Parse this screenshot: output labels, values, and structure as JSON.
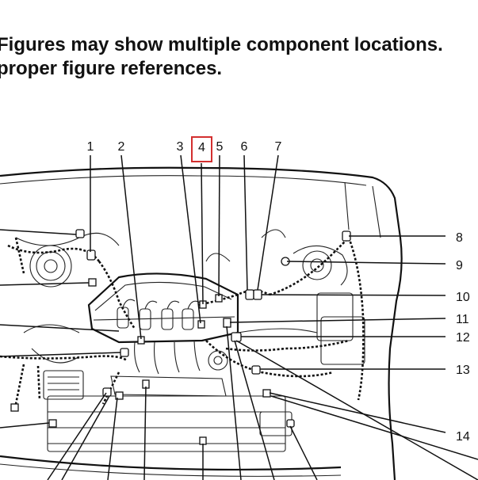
{
  "heading": {
    "line1": "Figures may show multiple component locations.",
    "line2": "proper figure references."
  },
  "diagram": {
    "callouts": [
      "1",
      "2",
      "3",
      "4",
      "5",
      "6",
      "7",
      "8",
      "9",
      "10",
      "11",
      "12",
      "13",
      "14"
    ],
    "highlighted_callout": "4",
    "highlight_color": "#d32f2f"
  }
}
